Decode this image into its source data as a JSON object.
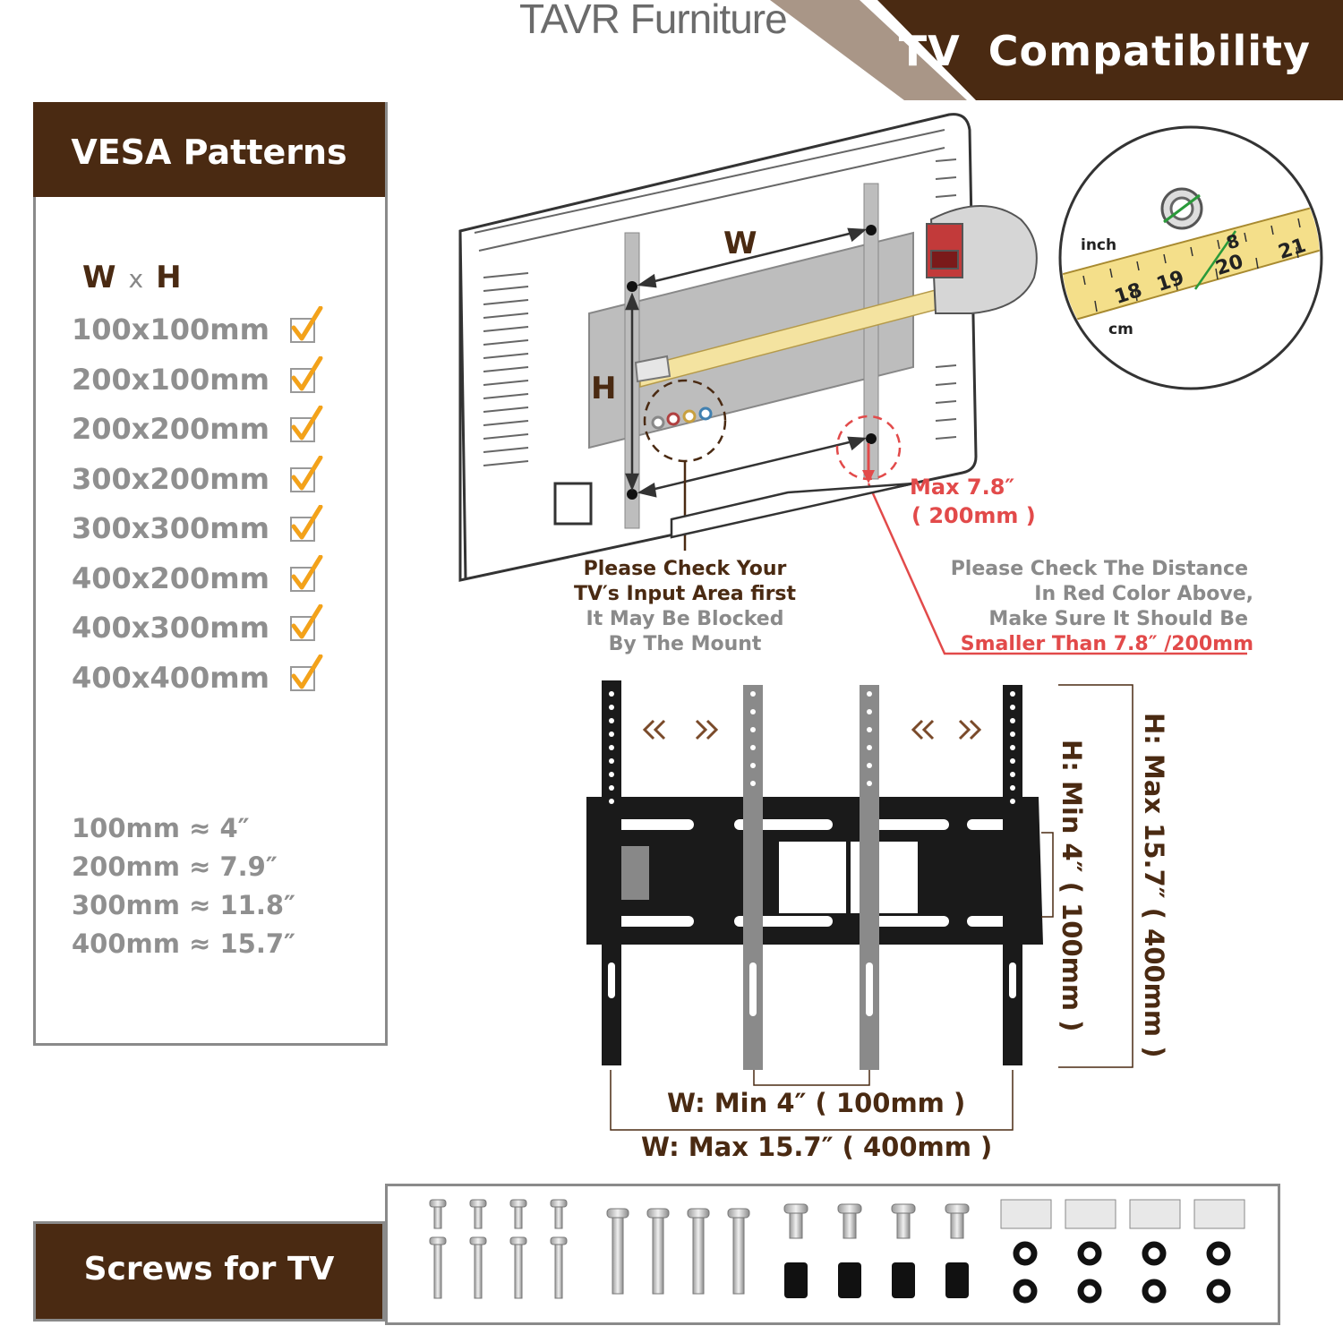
{
  "brand": "TAVR Furniture",
  "banner_title": "TV  Compatibility",
  "vesa": {
    "heading": "VESA Patterns",
    "w_label": "W",
    "x_label": "x",
    "h_label": "H",
    "sizes": [
      "100x100mm",
      "200x100mm",
      "200x200mm",
      "300x200mm",
      "300x300mm",
      "400x200mm",
      "400x300mm",
      "400x400mm"
    ],
    "conversions": [
      "100mm ≈ 4″",
      "200mm ≈ 7.9″",
      "300mm ≈ 11.8″",
      "400mm ≈ 15.7″"
    ]
  },
  "diagram": {
    "w_label": "W",
    "h_label": "H",
    "max_label": "Max  7.8″",
    "max_mm": "( 200mm )",
    "tape_inch": "inch",
    "tape_cm": "cm",
    "tape_inch_ticks": [
      "8"
    ],
    "tape_cm_ticks": [
      "18",
      "19",
      "20",
      "21"
    ],
    "input_note": [
      "Please Check Your",
      "TV′s Input Area first",
      "It May Be Blocked",
      "By The Mount"
    ],
    "distance_note": [
      "Please Check The Distance",
      "In Red Color Above,",
      "Make Sure It Should Be",
      "Smaller Than 7.8″ /200mm"
    ]
  },
  "mount": {
    "w_min": "W: Min  4″ ( 100mm )",
    "w_max": "W: Max  15.7″ ( 400mm )",
    "h_min": "H: Min  4″ ( 100mm )",
    "h_max": "H: Max  15.7″ ( 400mm )"
  },
  "screws_heading": "Screws for TV",
  "colors": {
    "brown": "#4a2a12",
    "red": "#e24a4a",
    "grey": "#8f8f8f",
    "check_orange": "#f3a21a"
  }
}
